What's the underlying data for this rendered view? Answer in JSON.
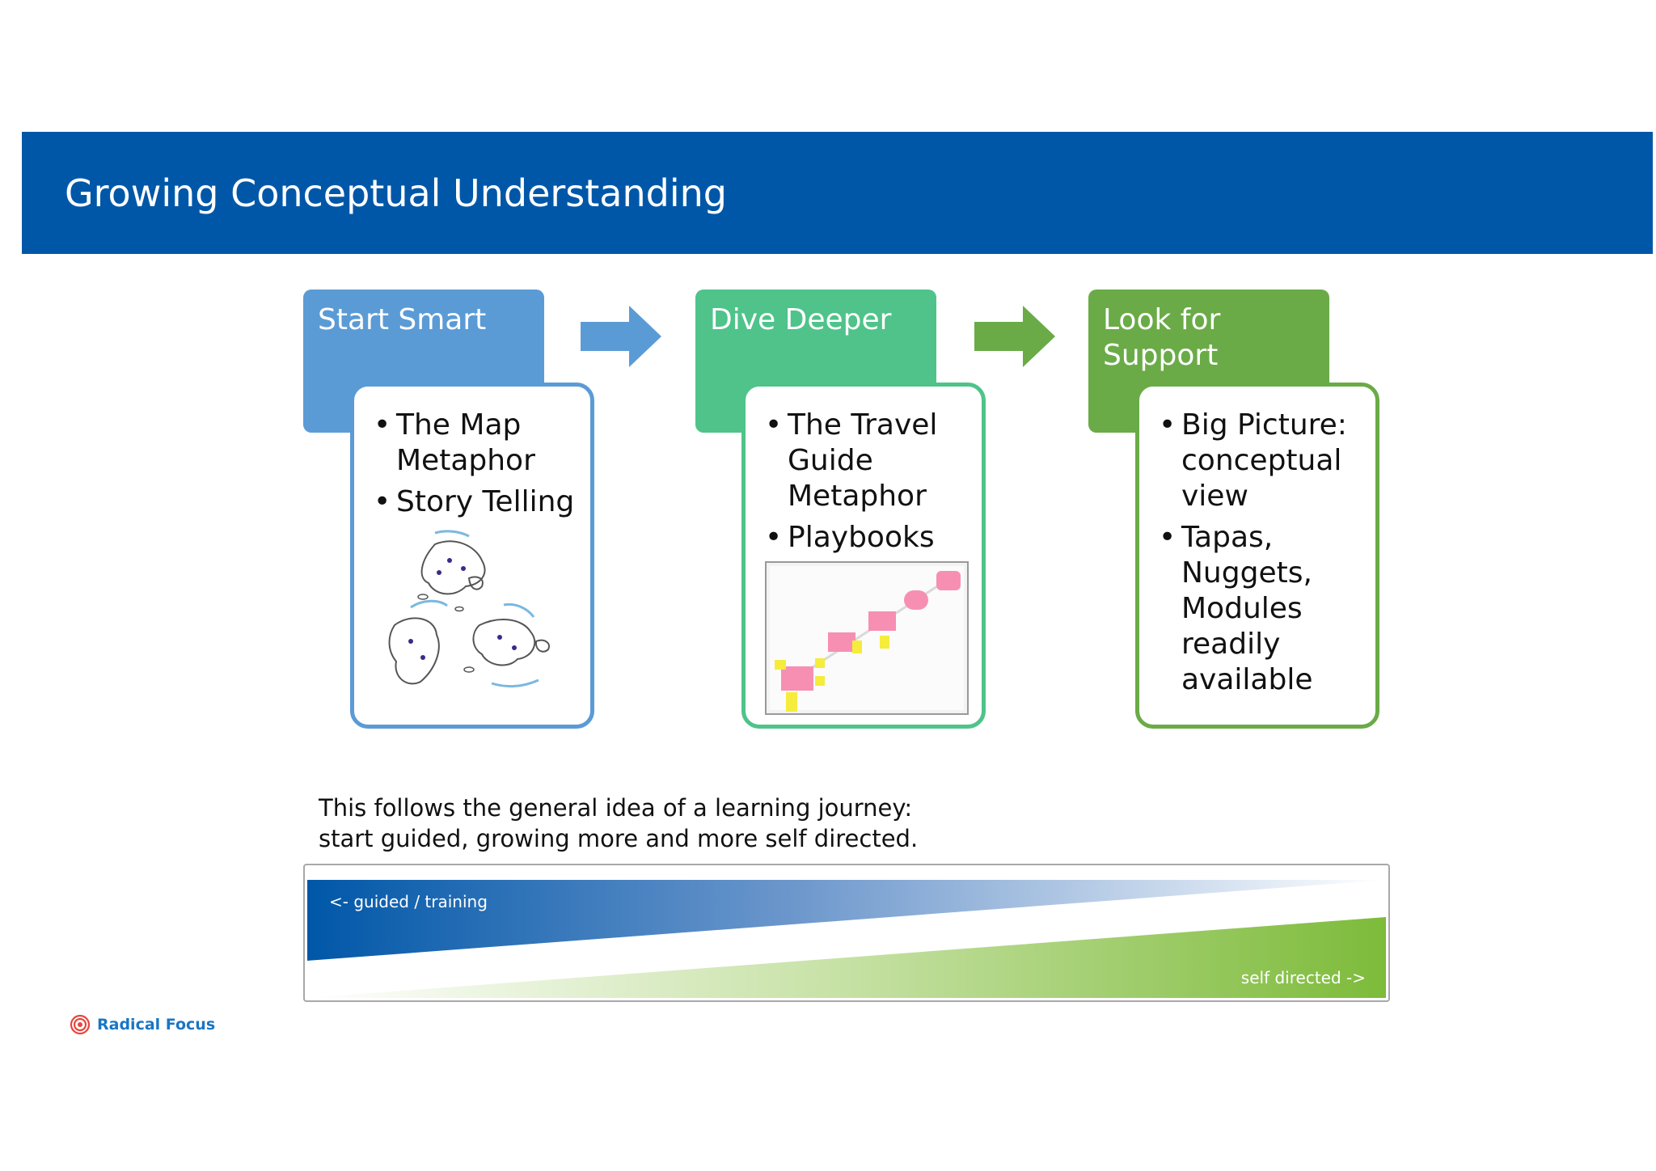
{
  "slide": {
    "title": "Growing Conceptual Understanding"
  },
  "stages": [
    {
      "title": "Start Smart",
      "bullets": [
        "The Map Metaphor",
        "Story Telling"
      ],
      "color": "#5b9bd5",
      "image_icon": "island-map-sketch-icon"
    },
    {
      "title": "Dive Deeper",
      "bullets": [
        "The Travel Guide Metaphor",
        "Playbooks"
      ],
      "color": "#4fc38a",
      "image_icon": "sticky-notes-whiteboard-icon"
    },
    {
      "title": "Look for Support",
      "bullets": [
        "Big Picture: conceptual view",
        "Tapas, Nuggets, Modules readily available"
      ],
      "color": "#6aab47"
    }
  ],
  "caption": {
    "line1": "This follows the general idea of a learning journey:",
    "line2": "start guided, growing more and more self directed."
  },
  "gradient": {
    "guided_label": "<- guided / training",
    "self_label": "self directed ->",
    "blue": "#0057a8",
    "green": "#7dbb3a"
  },
  "logo": {
    "name": "Radical Focus",
    "color": "#1a75c4",
    "icon": "target-icon"
  }
}
